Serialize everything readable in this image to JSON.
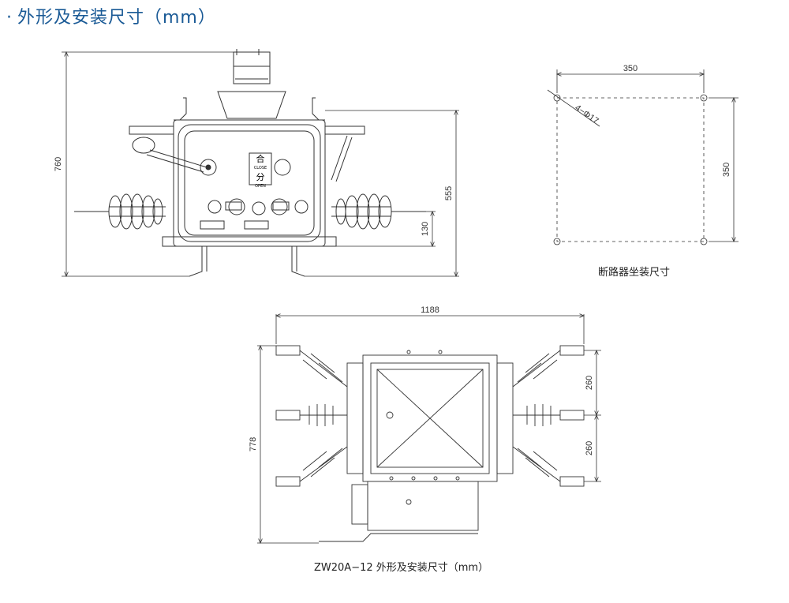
{
  "header": {
    "bullet": "·",
    "title": "外形及安装尺寸（mm）"
  },
  "front_view": {
    "dims": {
      "height_total": "760",
      "height_body": "555",
      "height_bushing": "130"
    },
    "labels": {
      "close_cn": "合",
      "close_en": "CLOSE",
      "open_cn": "分",
      "open_en": "OPEN"
    }
  },
  "mounting_view": {
    "dims": {
      "width": "350",
      "height": "350",
      "holes": "4−Φ17"
    },
    "caption": "断路器坐装尺寸"
  },
  "top_view": {
    "dims": {
      "width": "1188",
      "height": "778",
      "pitch_upper": "260",
      "pitch_lower": "260"
    },
    "caption": "ZW20A−12 外形及安装尺寸（mm）"
  },
  "colors": {
    "heading": "#1a5a96",
    "line": "#333333"
  }
}
